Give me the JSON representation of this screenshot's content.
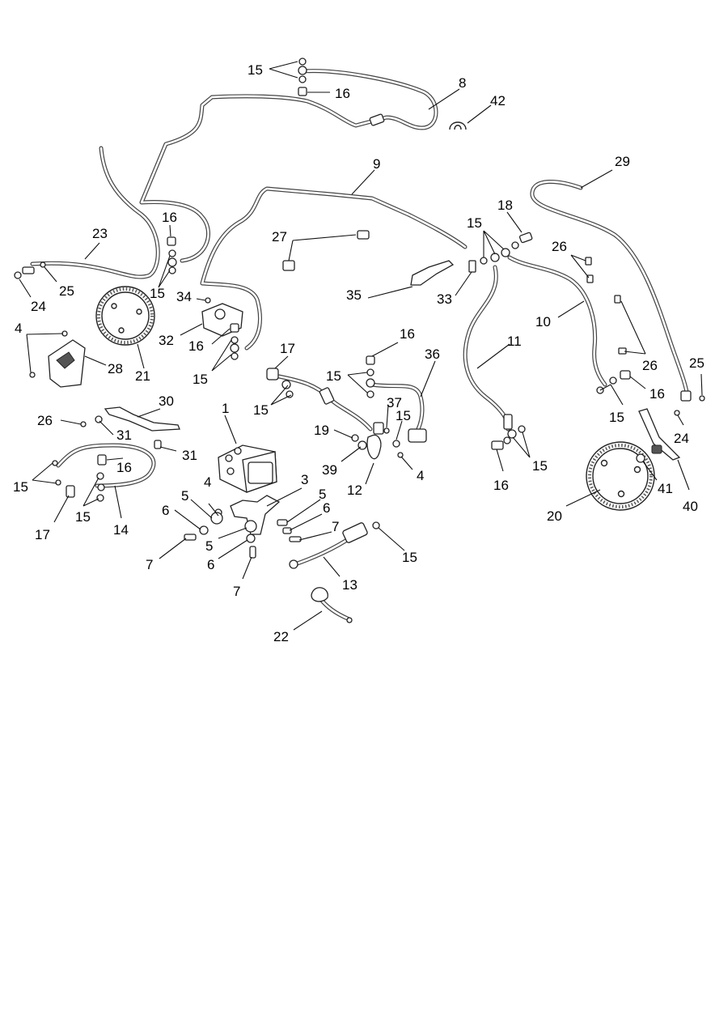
{
  "diagram": {
    "callouts": {
      "15": "15",
      "16": "16",
      "8": "8",
      "42": "42",
      "9": "9",
      "29": "29",
      "18": "18",
      "26": "26",
      "27": "27",
      "23": "23",
      "25": "25",
      "24": "24",
      "34": "34",
      "35": "35",
      "33": "33",
      "10": "10",
      "11": "11",
      "4": "4",
      "32": "32",
      "21": "21",
      "28": "28",
      "17": "17",
      "36": "36",
      "1": "1",
      "30": "30",
      "31": "31",
      "37": "37",
      "19": "19",
      "39": "39",
      "12": "12",
      "20": "20",
      "41": "41",
      "40": "40",
      "3": "3",
      "5": "5",
      "6": "6",
      "7": "7",
      "13": "13",
      "14": "14",
      "22": "22"
    }
  }
}
